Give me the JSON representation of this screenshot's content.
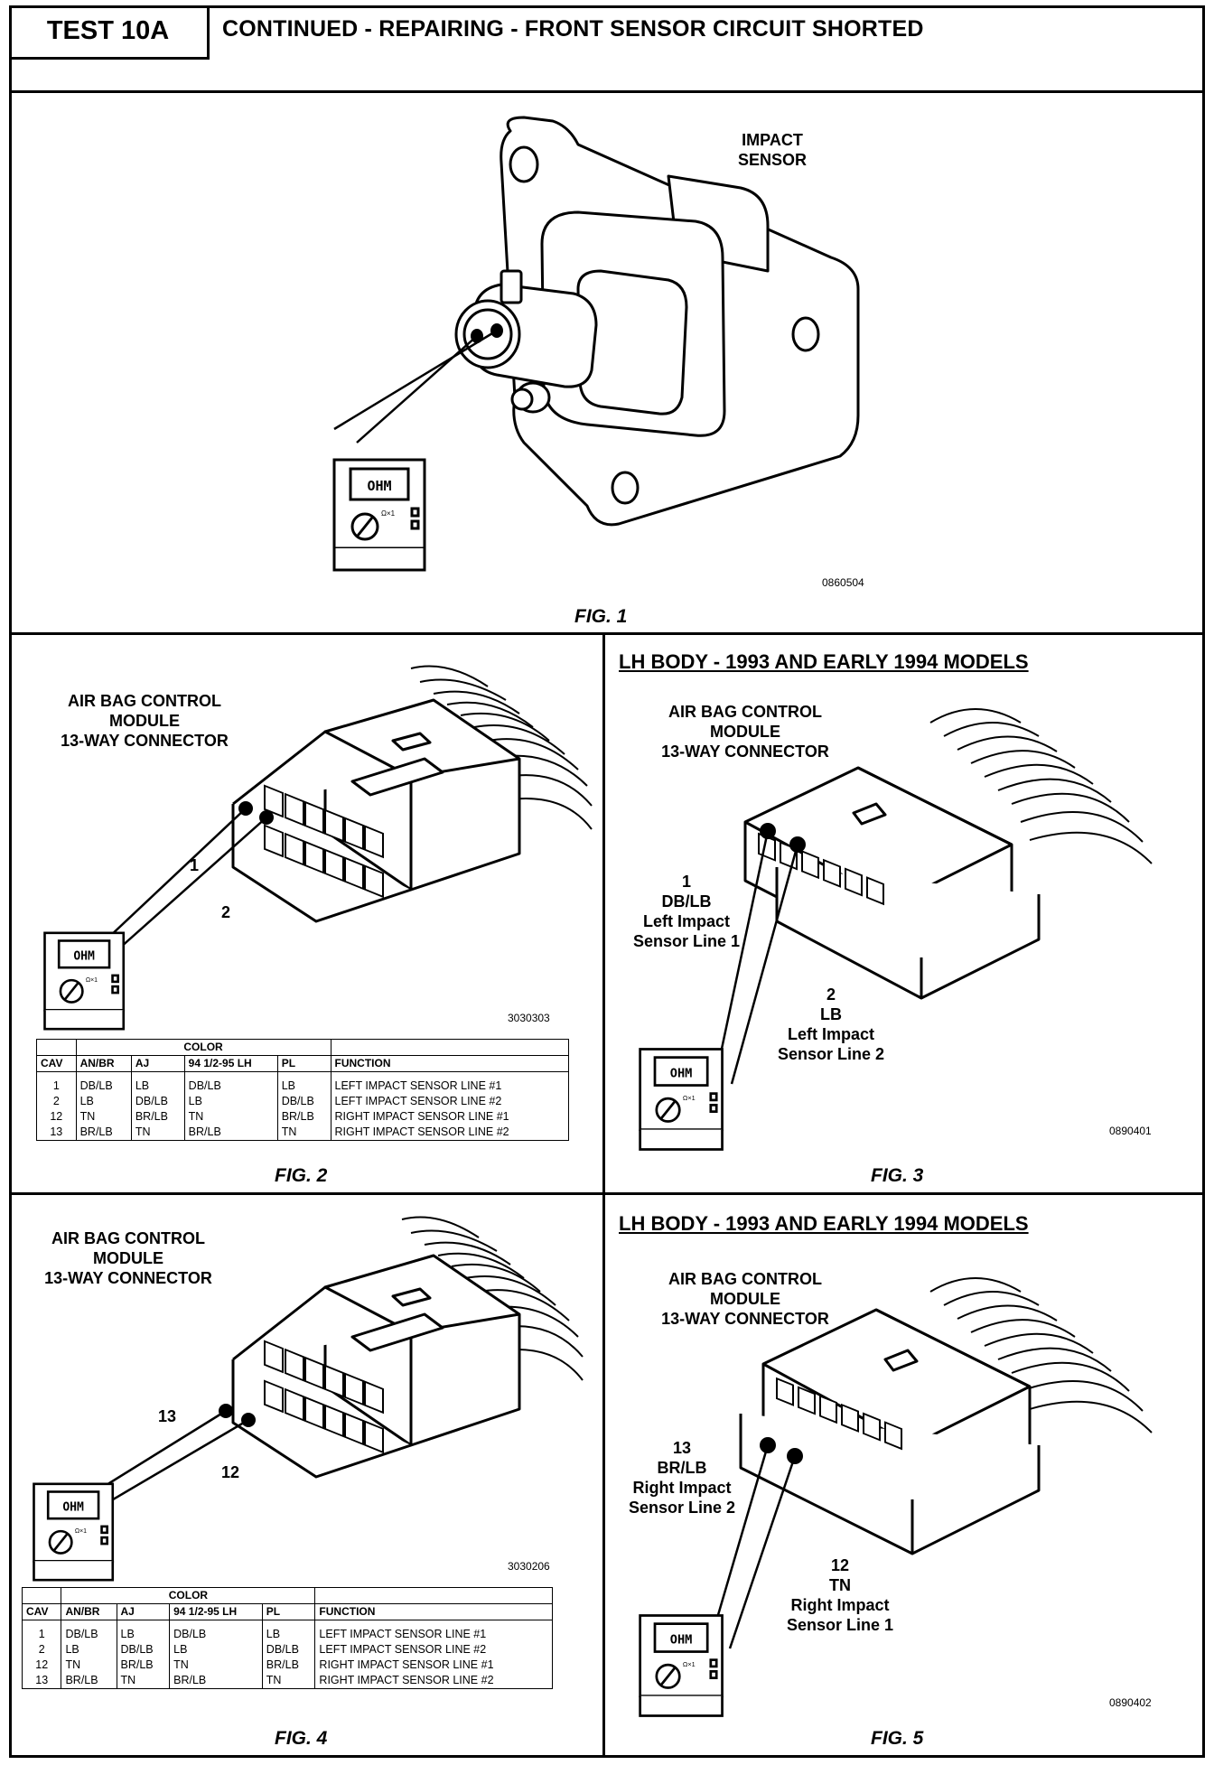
{
  "header": {
    "test_id": "TEST 10A",
    "title": "CONTINUED - REPAIRING - FRONT SENSOR CIRCUIT SHORTED"
  },
  "fig1": {
    "label_line1": "IMPACT",
    "label_line2": "SENSOR",
    "code": "0860504",
    "caption": "FIG. 1"
  },
  "meter": {
    "display": "OHM",
    "range": "Ω×1"
  },
  "fig2": {
    "label_line1": "AIR BAG CONTROL",
    "label_line2": "MODULE",
    "label_line3": "13-WAY CONNECTOR",
    "pin_a": "1",
    "pin_b": "2",
    "code": "3030303",
    "caption": "FIG. 2"
  },
  "fig3": {
    "section_heading": "LH BODY - 1993 AND EARLY 1994 MODELS",
    "label_line1": "AIR BAG CONTROL",
    "label_line2": "MODULE",
    "label_line3": "13-WAY CONNECTOR",
    "pin_a_num": "1",
    "pin_a_color": "DB/LB",
    "pin_a_desc1": "Left Impact",
    "pin_a_desc2": "Sensor Line 1",
    "pin_b_num": "2",
    "pin_b_color": "LB",
    "pin_b_desc1": "Left Impact",
    "pin_b_desc2": "Sensor Line 2",
    "code": "0890401",
    "caption": "FIG. 3"
  },
  "fig4": {
    "label_line1": "AIR BAG CONTROL",
    "label_line2": "MODULE",
    "label_line3": "13-WAY CONNECTOR",
    "pin_a": "13",
    "pin_b": "12",
    "code": "3030206",
    "caption": "FIG. 4"
  },
  "fig5": {
    "section_heading": "LH BODY - 1993 AND EARLY 1994 MODELS",
    "label_line1": "AIR BAG CONTROL",
    "label_line2": "MODULE",
    "label_line3": "13-WAY CONNECTOR",
    "pin_a_num": "13",
    "pin_a_color": "BR/LB",
    "pin_a_desc1": "Right Impact",
    "pin_a_desc2": "Sensor Line 2",
    "pin_b_num": "12",
    "pin_b_color": "TN",
    "pin_b_desc1": "Right Impact",
    "pin_b_desc2": "Sensor Line 1",
    "code": "0890402",
    "caption": "FIG. 5"
  },
  "cav_table": {
    "color_header": "COLOR",
    "headers": [
      "CAV",
      "AN/BR",
      "AJ",
      "94 1/2-95 LH",
      "PL",
      "FUNCTION"
    ],
    "rows": [
      [
        "1",
        "DB/LB",
        "LB",
        "DB/LB",
        "LB",
        "LEFT IMPACT SENSOR LINE #1"
      ],
      [
        "2",
        "LB",
        "DB/LB",
        "LB",
        "DB/LB",
        "LEFT IMPACT SENSOR LINE #2"
      ],
      [
        "12",
        "TN",
        "BR/LB",
        "TN",
        "BR/LB",
        "RIGHT IMPACT SENSOR LINE #1"
      ],
      [
        "13",
        "BR/LB",
        "TN",
        "BR/LB",
        "TN",
        "RIGHT IMPACT SENSOR LINE #2"
      ]
    ]
  }
}
